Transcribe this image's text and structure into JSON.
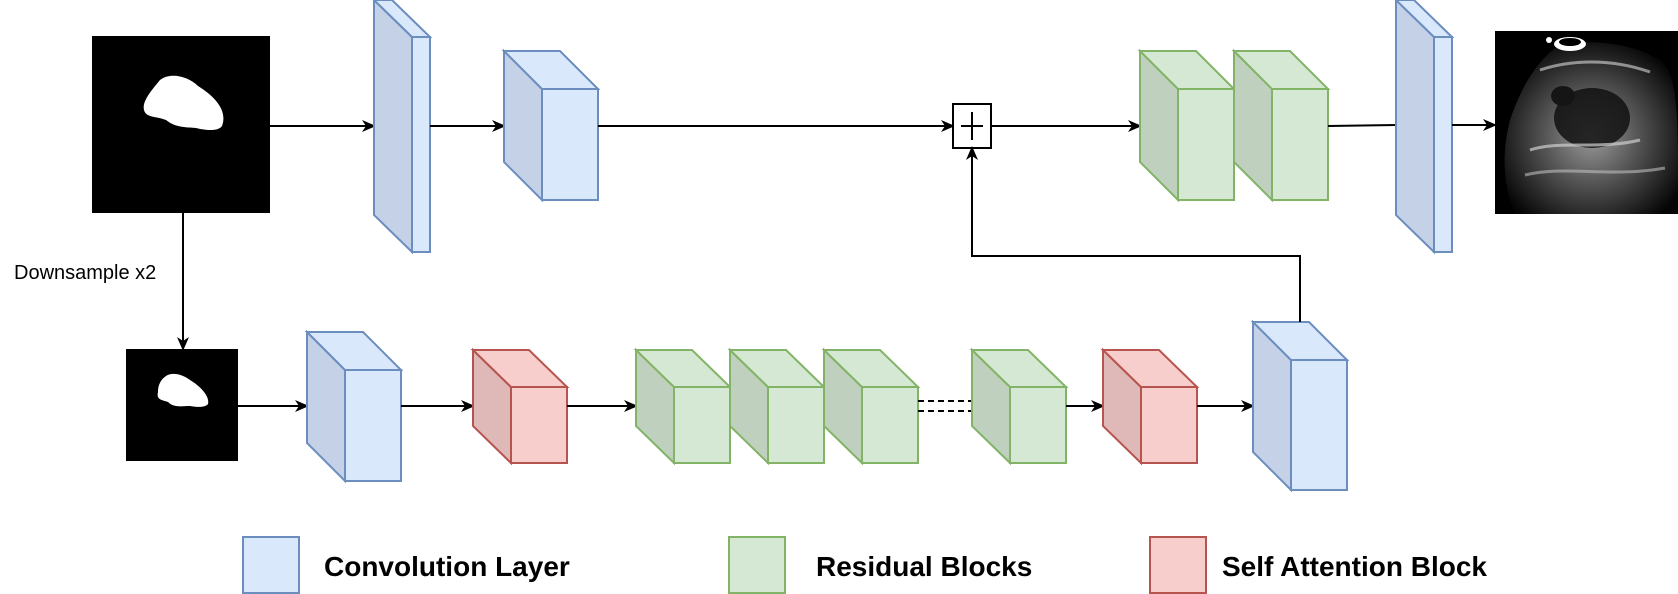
{
  "annotations": {
    "downsample_label": "Downsample x2"
  },
  "colors": {
    "conv_fill": "#dae8fc",
    "conv_side": "#c4d1e6",
    "conv_stroke": "#6c8ebf",
    "res_fill": "#d5e8d4",
    "res_side": "#bfd1be",
    "res_stroke": "#82b366",
    "attn_fill": "#f8cecc",
    "attn_side": "#dfb9b7",
    "attn_stroke": "#b85450",
    "line": "#000000"
  },
  "legend": {
    "conv_label": "Convolution Layer",
    "res_label": "Residual Blocks",
    "attn_label": "Self Attention Block"
  },
  "nodes": {
    "mask_full": "lesion-mask-image",
    "mask_down": "downsampled-lesion-mask-image",
    "output": "ultrasound-output-image",
    "sum": "element-wise-addition-node"
  }
}
